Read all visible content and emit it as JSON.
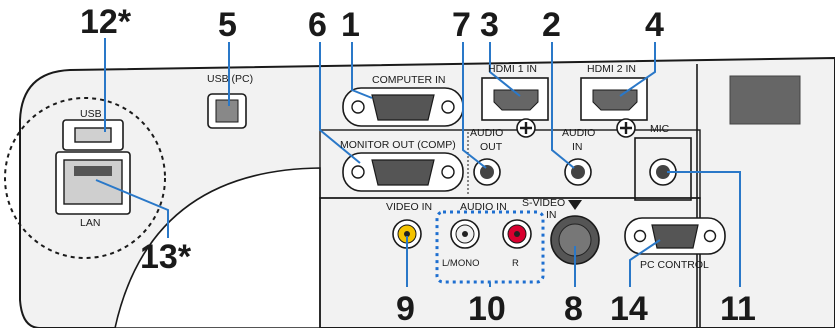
{
  "callouts": {
    "usb_a": "12*",
    "usb_pc": "5",
    "monitor_out": "6",
    "computer_in": "1",
    "audio_out": "7",
    "hdmi1": "3",
    "audio_in": "2",
    "hdmi2": "4",
    "lan": "13*",
    "video_in": "9",
    "audio_lr": "10",
    "svideo": "8",
    "pc_control": "14",
    "mic": "11"
  },
  "port_labels": {
    "usb_pc": "USB (PC)",
    "computer_in": "COMPUTER IN",
    "hdmi1_in": "HDMI 1 IN",
    "hdmi2_in": "HDMI 2 IN",
    "usb": "USB",
    "lan": "LAN",
    "monitor_out": "MONITOR OUT (COMP)",
    "audio_out_1": "AUDIO",
    "audio_out_2": "OUT",
    "audio_in_1": "AUDIO",
    "audio_in_2": "IN",
    "mic": "MIC",
    "video_in": "VIDEO IN",
    "audio_in_lr": "AUDIO IN",
    "svideo_1": "S-VIDEO",
    "svideo_2": "IN",
    "l_mono": "L/MONO",
    "r": "R",
    "pc_control": "PC CONTROL"
  },
  "colors": {
    "panel": "#f2f2f2",
    "outline": "#1a1a1a",
    "callout_line": "#2a78c8",
    "dotted_group": "#1e6fd0",
    "video_jack": "#f5c400",
    "audio_r_jack": "#d8002f",
    "audio_l_jack": "#f0f0f0"
  }
}
